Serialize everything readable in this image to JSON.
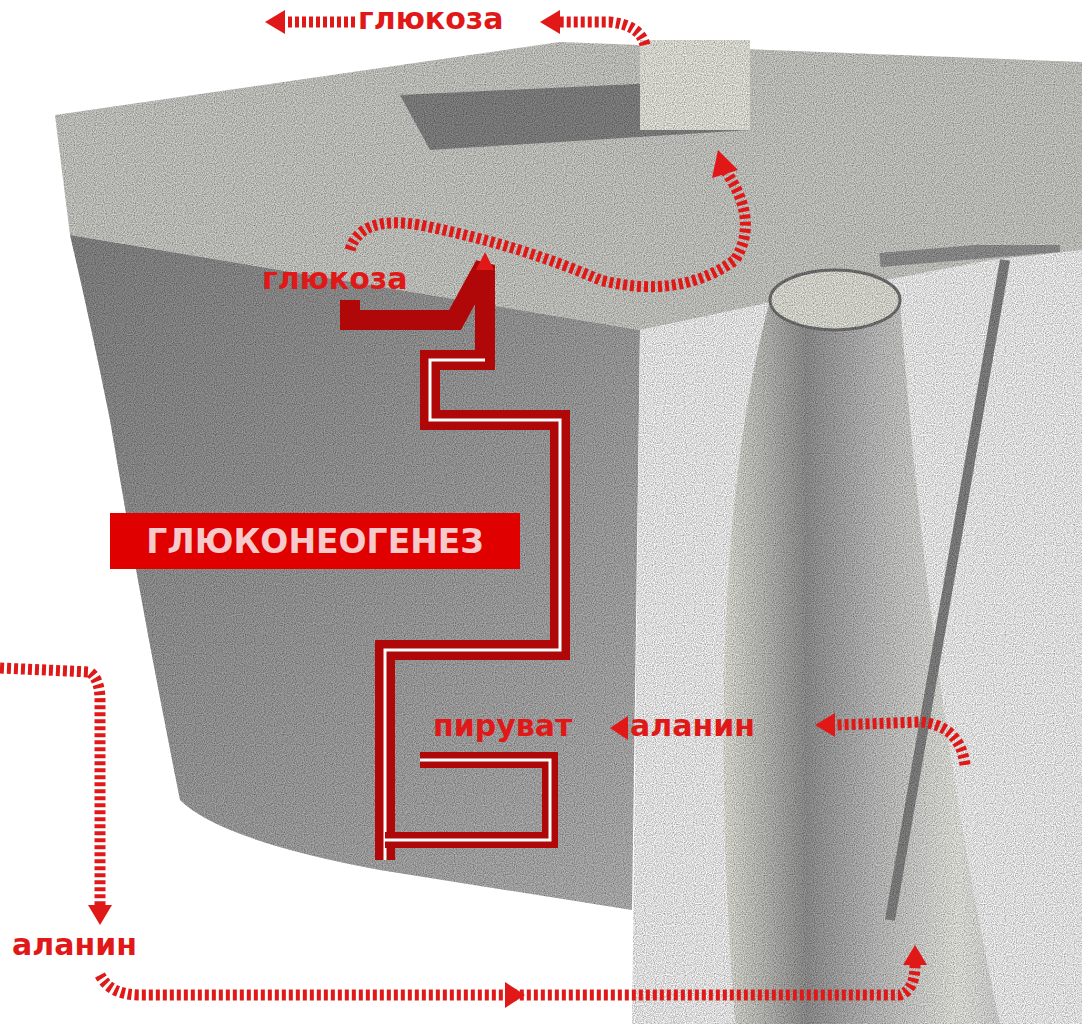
{
  "diagram": {
    "nodes": [
      {
        "text": [
          "ГЛЮКОНЕОГЕНЕЗ"
        ]
      }
    ],
    "labels": [
      "глюкоза",
      "глюкоза",
      "пируват",
      "аланин",
      "аланин"
    ]
  }
}
